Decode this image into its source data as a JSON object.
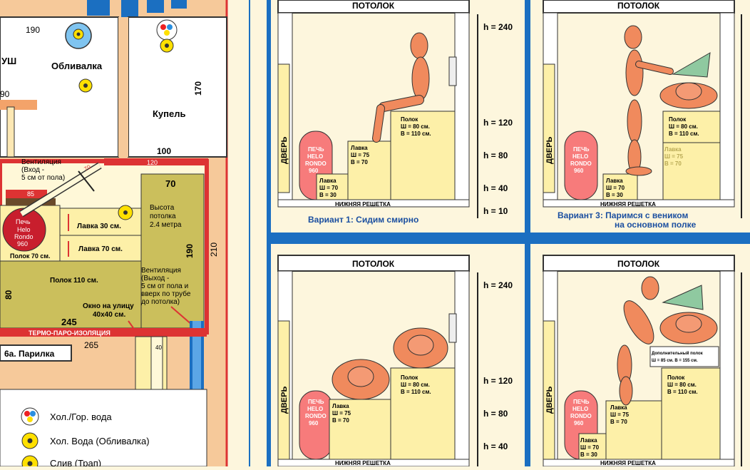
{
  "plan": {
    "dim_190_top": "190",
    "dush": "УШ",
    "dim_90": "90",
    "oblivalka": "Обливалка",
    "kupel": "Купель",
    "dim_170": "170",
    "dim_100": "100",
    "dim_120": "120",
    "dim_70_slant": "70",
    "vent_in": [
      "Вентиляция",
      "(Вход -",
      "5 см от пола)"
    ],
    "dim_85": "85",
    "stove": [
      "Печь",
      "Helo",
      "Rondo",
      "960"
    ],
    "bench30": "Лавка 30 см.",
    "bench70": "Лавка 70 см.",
    "polok70": "Полок 70 см.",
    "polok110": "Полок 110 см.",
    "dim_70_room": "70",
    "ceiling": [
      "Высота",
      "потолка",
      "2.4 метра"
    ],
    "dim_190_right": "190",
    "dim_210": "210",
    "vent_out": [
      "Вентиляция",
      "(Выход -",
      "5 см от пола и",
      "вверх по трубе",
      "до потолка)"
    ],
    "window": [
      "Окно на улицу",
      "40x40 см."
    ],
    "dim_80": "80",
    "dim_245": "245",
    "insulation": "ТЕРМО-ПАРО-ИЗОЛЯЦИЯ",
    "dim_40": "40",
    "dim_265": "265",
    "room_label": "6а. Парилка"
  },
  "legend": {
    "items": [
      {
        "label": "Хол./Гор. вода"
      },
      {
        "label": "Хол. Вода (Обливалка)"
      },
      {
        "label": "Слив (Трап)"
      }
    ]
  },
  "panels": {
    "ceiling": "ПОТОЛОК",
    "door": "ДВЕРЬ",
    "grate": "НИЖНЯЯ РЕШЕТКА",
    "stove": [
      "ПЕЧЬ",
      "HELO",
      "RONDO",
      "960"
    ],
    "bench_low": [
      "Лавка",
      "Ш = 70",
      "В = 30"
    ],
    "bench_mid": [
      "Лавка",
      "Ш = 75",
      "В = 70"
    ],
    "polok": [
      "Полок",
      "Ш = 80 см.",
      "В = 110 см."
    ],
    "extra_polok": [
      "Дополнительный полок",
      "Ш = 85 см. В = 155 см."
    ],
    "heights": {
      "h240": "h = 240",
      "h120": "h = 120",
      "h80": "h = 80",
      "h40": "h = 40",
      "h10": "h = 10"
    },
    "caption1": "Вариант 1: Сидим смирно",
    "caption3_line1": "Вариант 3: Паримся с веником",
    "caption3_line2": "на основном полке"
  }
}
